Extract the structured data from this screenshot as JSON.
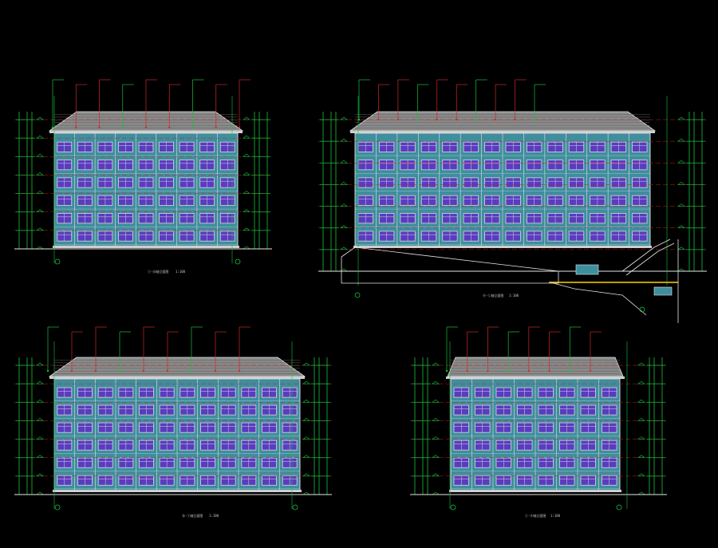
{
  "colors": {
    "background": "#000000",
    "wall": "#3f8e9e",
    "window_frame": "#d8d8d8",
    "window_glass": "#5a3cc0",
    "roof": "#8a8a8a",
    "dimension": "#17c23b",
    "axis": "#c81e1e",
    "leader": "#cf2a2a",
    "ground": "#ffd400",
    "outline": "#e6e6e6"
  },
  "drawings": [
    {
      "id": "elevation-top-left",
      "floors": 6,
      "bays": 9,
      "caption": "①-⑩轴立面图",
      "scale": "1:100"
    },
    {
      "id": "elevation-top-right",
      "floors": 6,
      "bays": 14,
      "caption": "Ⓐ-Ⓛ轴立面图",
      "scale": "1:100"
    },
    {
      "id": "elevation-bottom-left",
      "floors": 6,
      "bays": 12,
      "caption": "⑩-①轴立面图",
      "scale": "1:100"
    },
    {
      "id": "elevation-bottom-right",
      "floors": 6,
      "bays": 8,
      "caption": "Ⓛ-Ⓐ轴立面图",
      "scale": "1:100"
    }
  ]
}
